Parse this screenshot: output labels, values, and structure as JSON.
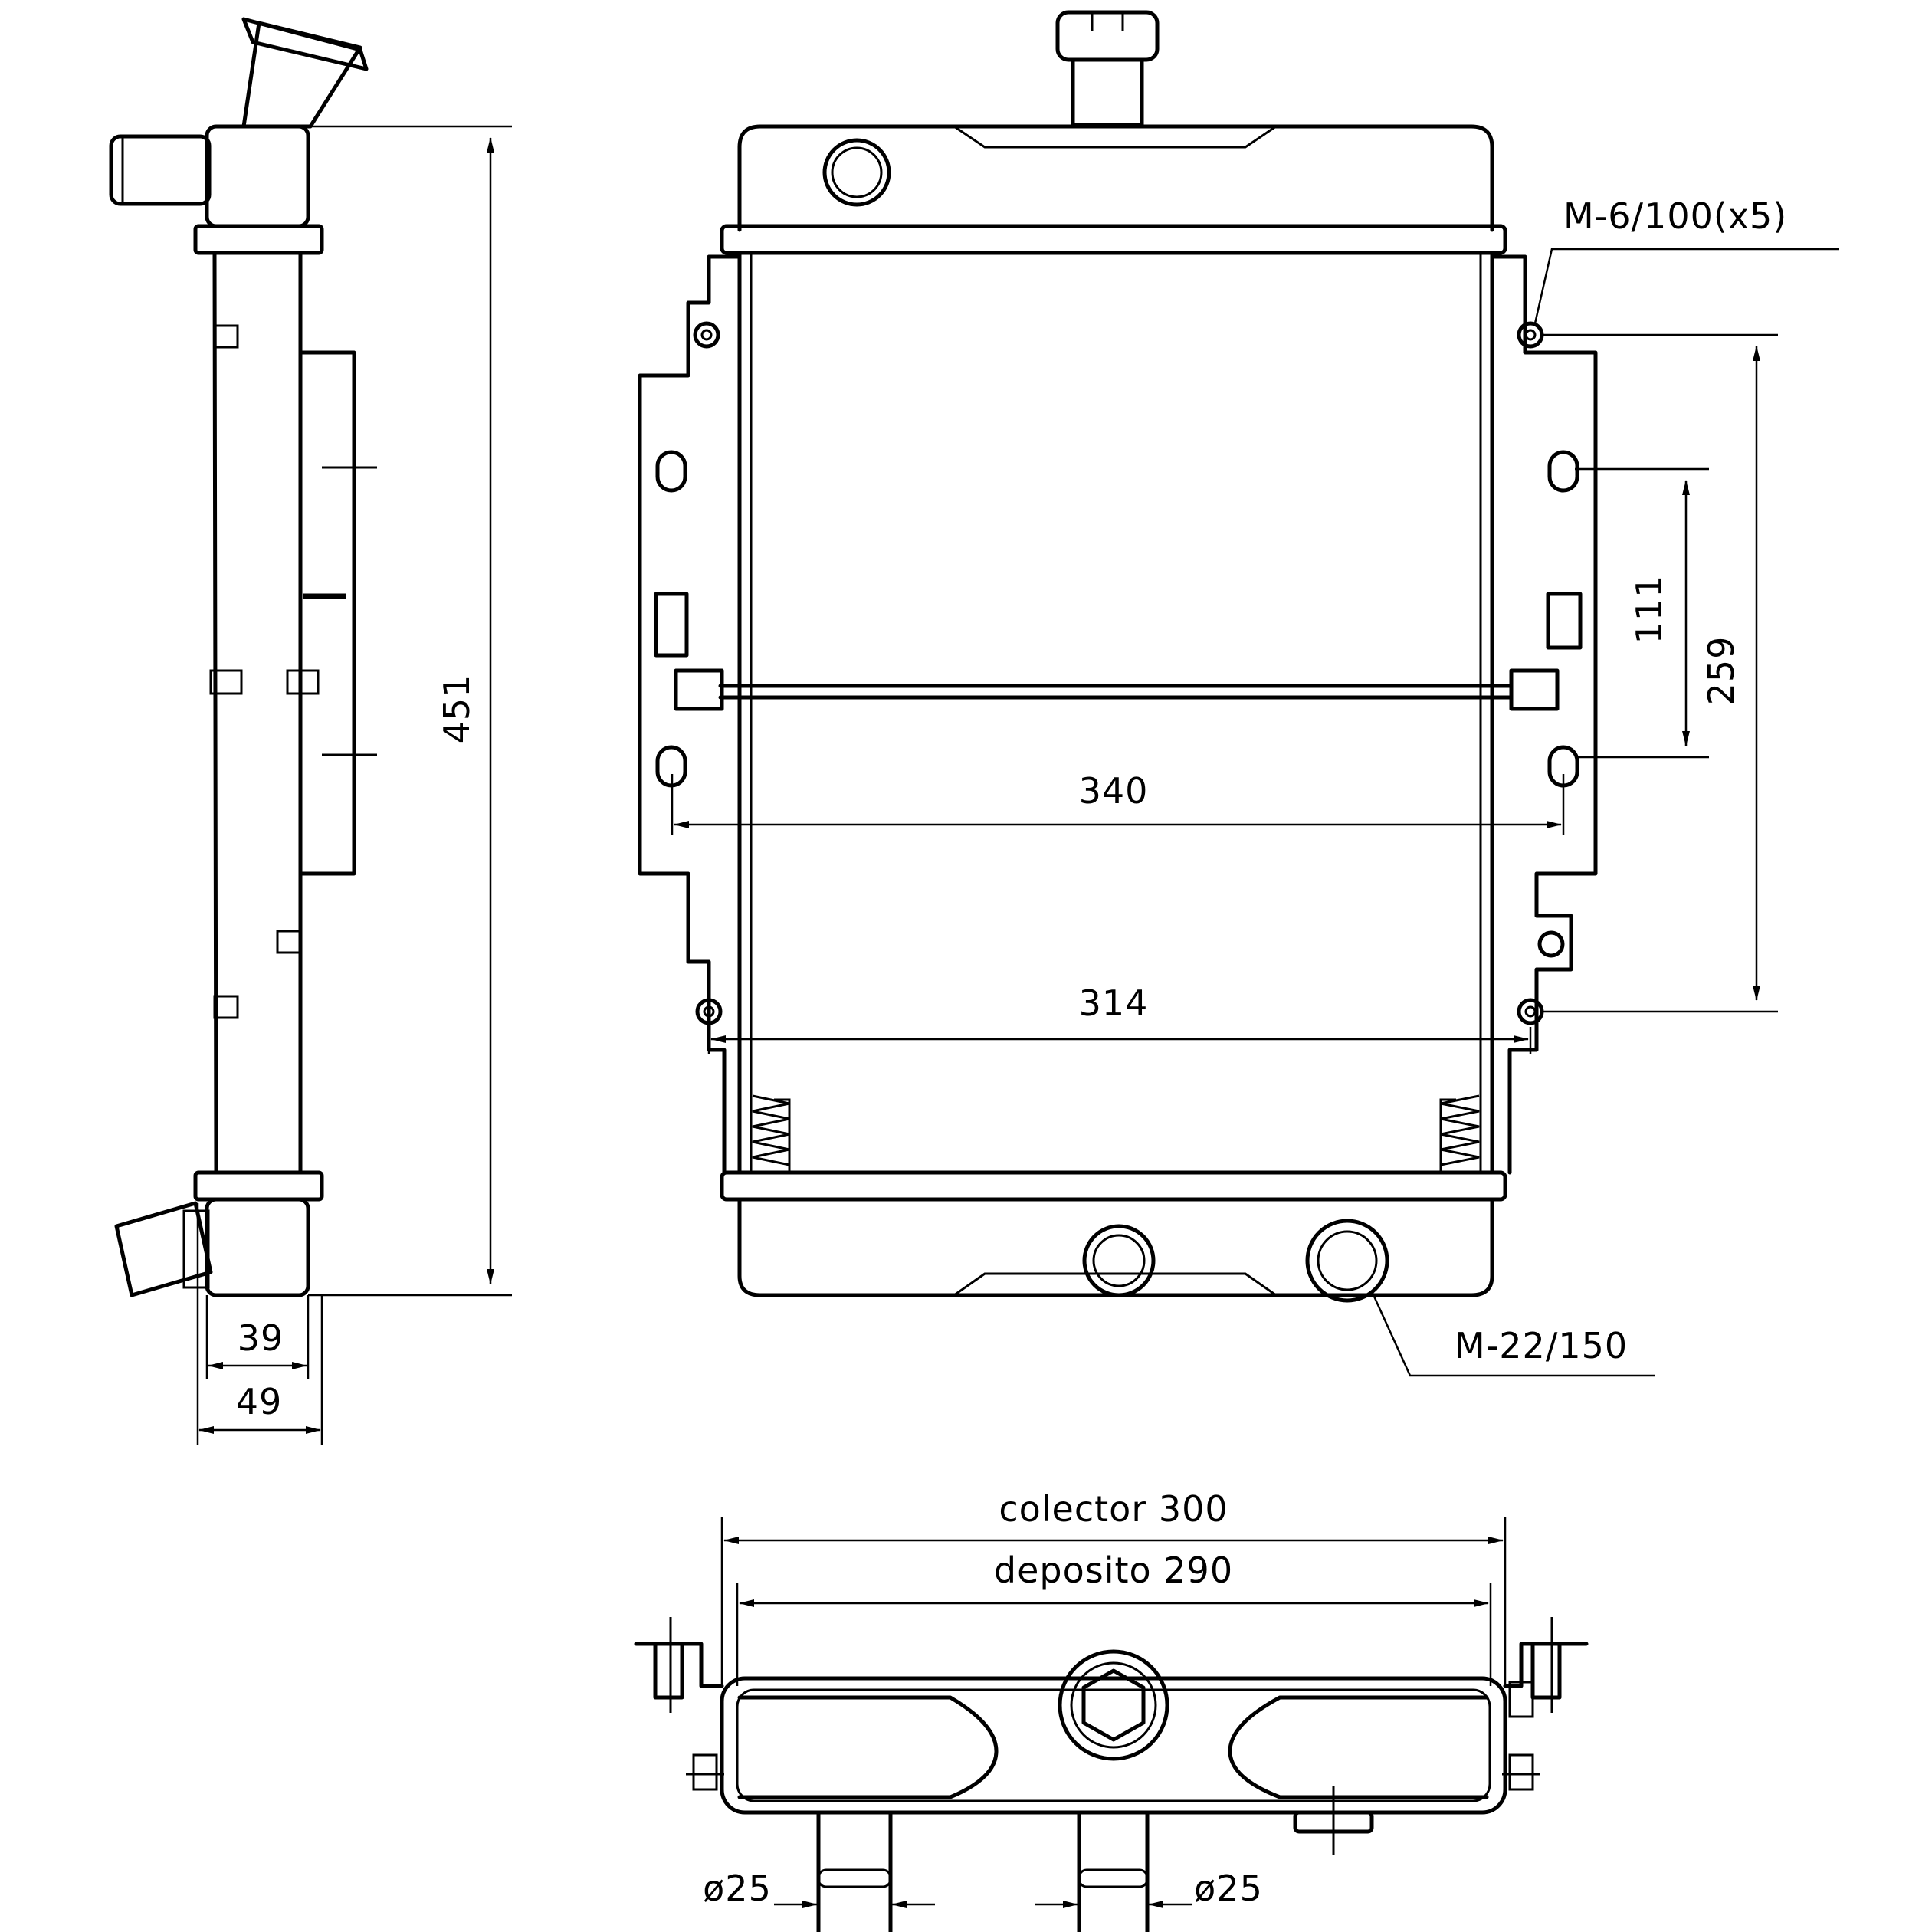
{
  "dimensions": {
    "height_total": "451",
    "depth_core": "39",
    "depth_total": "49",
    "width_340": "340",
    "width_314": "314",
    "vertical_111": "111",
    "vertical_259": "259",
    "bolt_thread": "M-6/100(x5)",
    "drain_thread": "M-22/150",
    "colector": "colector 300",
    "deposito": "deposito 290",
    "pipe_left": "ø25",
    "pipe_right": "ø25"
  },
  "colors": {
    "line": "#000000",
    "background": "#ffffff"
  }
}
